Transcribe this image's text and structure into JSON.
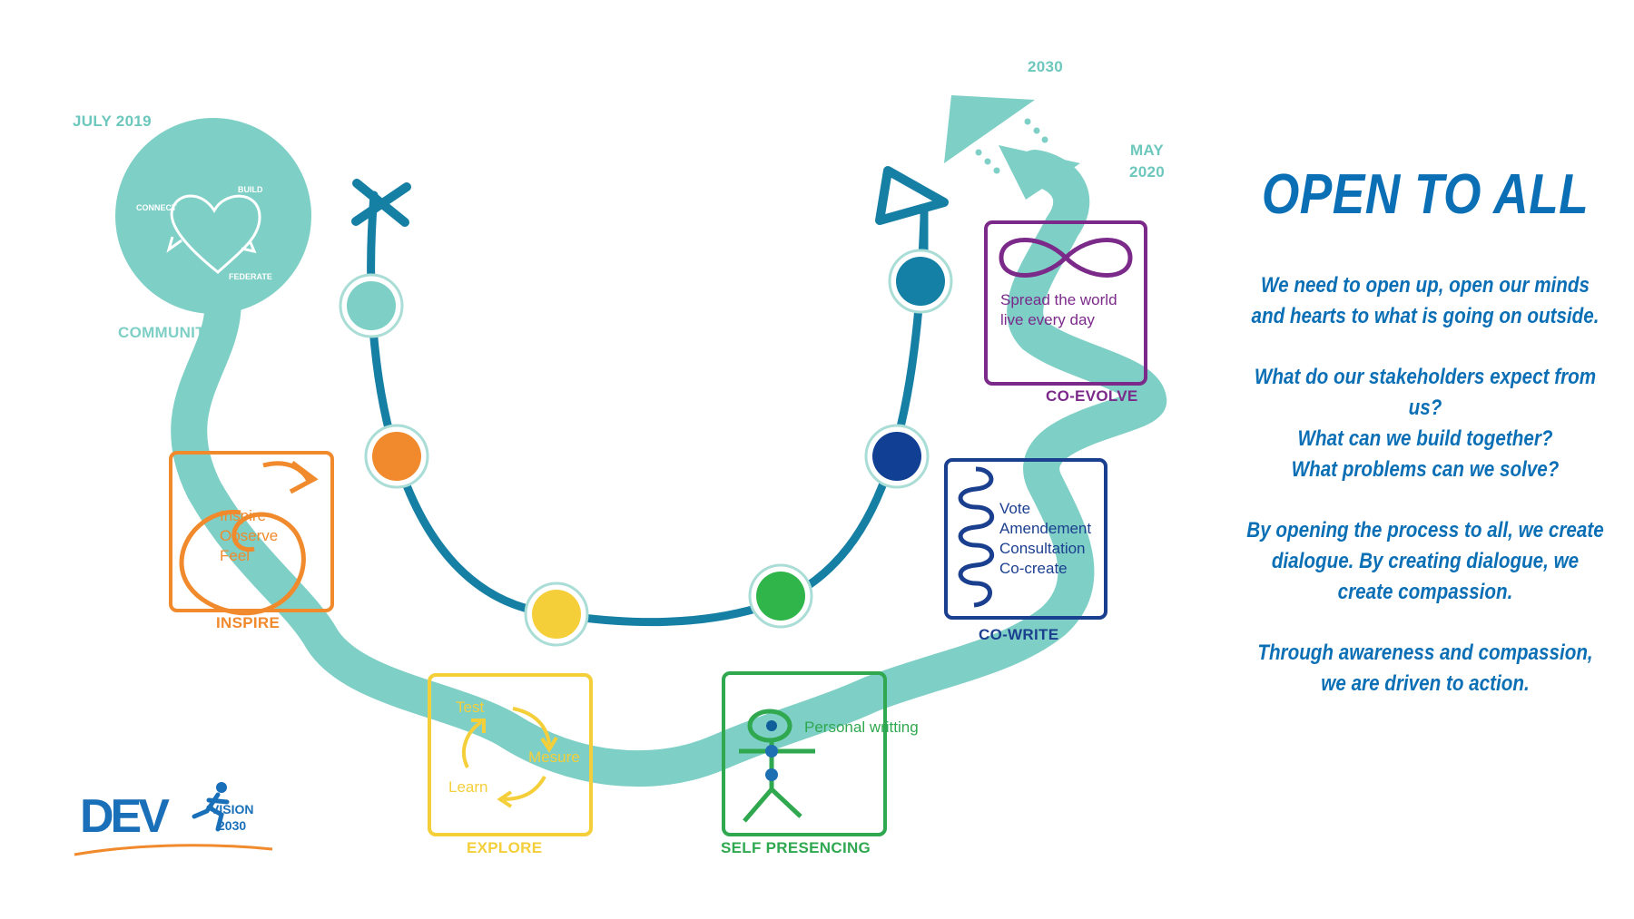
{
  "dates": {
    "start": "JULY 2019",
    "target_year": "2030",
    "milestone": "MAY\n2020"
  },
  "community": {
    "label": "COMMUNITY",
    "heart_words": [
      "CONNECT",
      "BUILD",
      "FEDERATE"
    ]
  },
  "stages": [
    {
      "id": "inspire",
      "caption": "INSPIRE",
      "color": "#f08a2c",
      "lines": [
        "Inspire",
        "Observe",
        "Feel"
      ]
    },
    {
      "id": "explore",
      "caption": "EXPLORE",
      "color": "#f5cf3a",
      "lines": [
        "Test",
        "Mesure",
        "Learn"
      ]
    },
    {
      "id": "self-presencing",
      "caption": "SELF PRESENCING",
      "color": "#2fa84f",
      "lines": [
        "Personal writting"
      ]
    },
    {
      "id": "co-write",
      "caption": "CO-WRITE",
      "color": "#1b3f8f",
      "lines": [
        "Vote",
        "Amendement",
        "Consultation",
        "Co-create"
      ]
    },
    {
      "id": "co-evolve",
      "caption": "CO-EVOLVE",
      "color": "#7b2a8a",
      "lines": [
        "Spread the world",
        "live every day"
      ]
    }
  ],
  "u_curve_nodes": [
    {
      "name": "node-teal",
      "color": "#7ecfc6"
    },
    {
      "name": "node-orange",
      "color": "#f08a2c"
    },
    {
      "name": "node-yellow",
      "color": "#f5cf3a"
    },
    {
      "name": "node-green",
      "color": "#2fb54a"
    },
    {
      "name": "node-navy",
      "color": "#103f93"
    },
    {
      "name": "node-blue",
      "color": "#1480a6"
    }
  ],
  "colors": {
    "river": "#7ecfc6",
    "u_curve": "#167fa4",
    "title_blue": "#0b6fb5",
    "date_teal": "#6cc7bd"
  },
  "right_panel": {
    "title": "OPEN TO ALL",
    "paragraphs": [
      [
        "We need to open up, open our minds",
        "and hearts to what is going on outside."
      ],
      [
        "What do our stakeholders expect from",
        "us?",
        "What can we build together?",
        "What problems can we solve?"
      ],
      [
        "By opening the process to all, we create",
        "dialogue. By creating dialogue, we",
        "create compassion."
      ],
      [
        "Through awareness and compassion,",
        "we are driven to action."
      ]
    ]
  },
  "logo": {
    "mark": "DEV",
    "text_line1": "VISION",
    "text_line2": "2030"
  }
}
